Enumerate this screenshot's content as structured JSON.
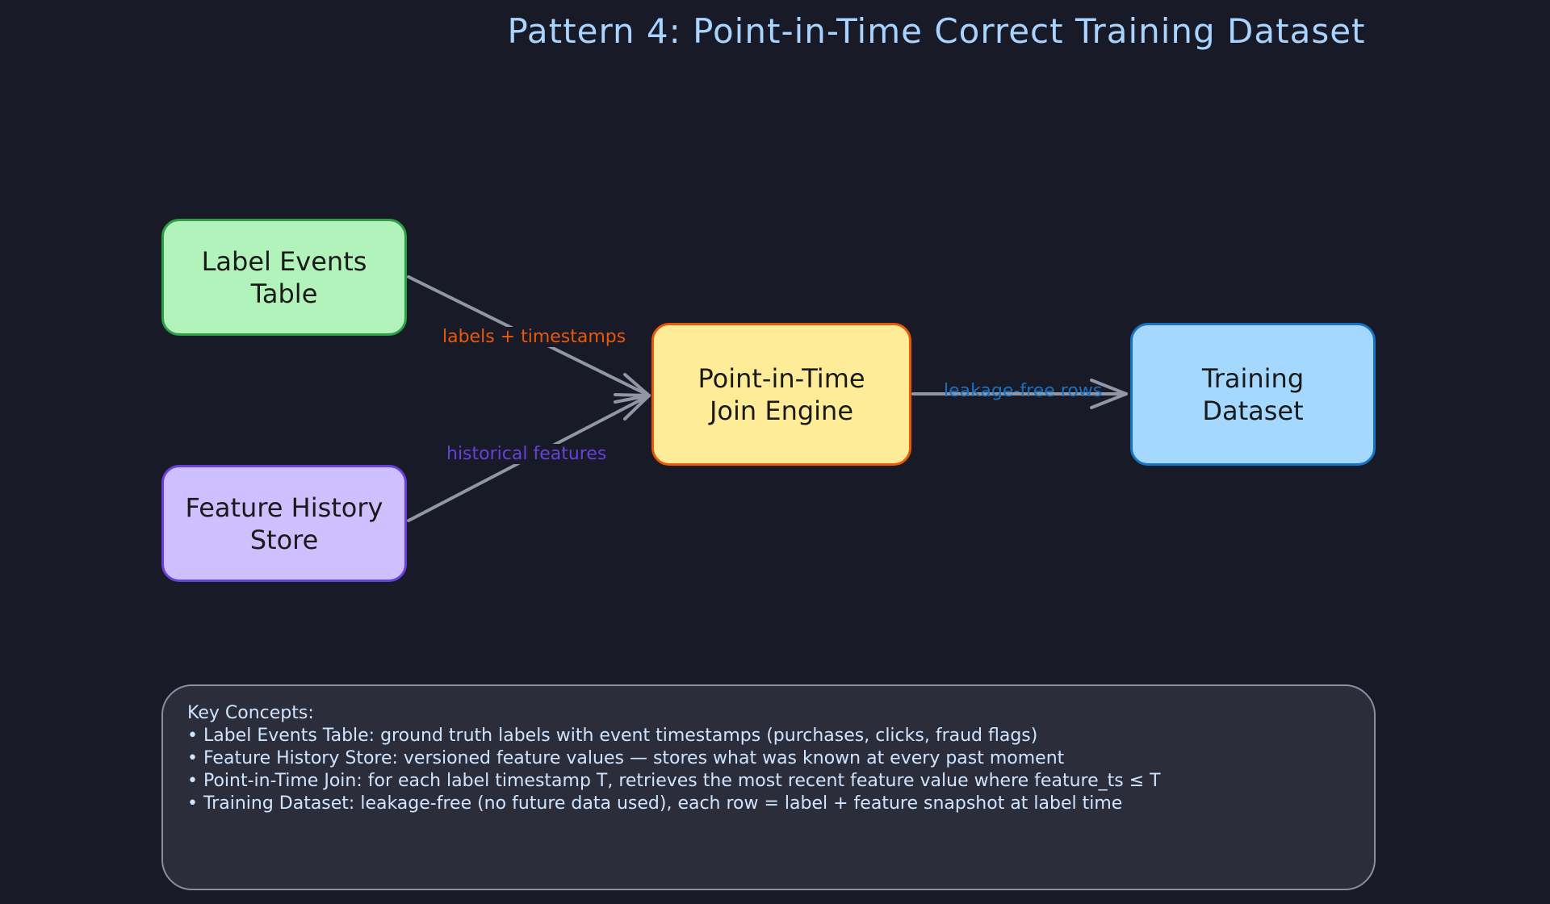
{
  "title": "Pattern 4: Point-in-Time Correct Training Dataset",
  "nodes": {
    "label_events": {
      "line1": "Label Events",
      "line2": "Table"
    },
    "feature_history": {
      "line1": "Feature History",
      "line2": "Store"
    },
    "pit_join": {
      "line1": "Point-in-Time",
      "line2": "Join Engine"
    },
    "training_dataset": {
      "line1": "Training",
      "line2": "Dataset"
    }
  },
  "edges": {
    "labels": "labels + timestamps",
    "historical": "historical features",
    "leakage": "leakage-free rows"
  },
  "notes": {
    "heading": "Key Concepts:",
    "items": [
      "• Label Events Table: ground truth labels with event timestamps (purchases, clicks, fraud flags)",
      "• Feature History Store: versioned feature values — stores what was known at every past moment",
      "• Point-in-Time Join: for each label timestamp T, retrieves the most recent feature value where feature_ts ≤ T",
      "• Training Dataset: leakage-free (no future data used), each row = label + feature snapshot at label time"
    ]
  },
  "colors": {
    "background": "#181a27",
    "title": "#a8d4ff",
    "label_events_fill": "#b2f2bb",
    "label_events_stroke": "#2f9e44",
    "feature_history_fill": "#d0bfff",
    "feature_history_stroke": "#6741d9",
    "pit_join_fill": "#ffec99",
    "pit_join_stroke": "#e8590c",
    "training_dataset_fill": "#a5d8ff",
    "training_dataset_stroke": "#1971c2",
    "edge": "#9096a3",
    "edge_labels": "#e8590c",
    "edge_historical": "#6741d9",
    "edge_leakage": "#1971c2",
    "notes_text": "#cfe4ff",
    "notes_fill": "#2c2d3a",
    "notes_stroke": "#8c8fa0"
  }
}
